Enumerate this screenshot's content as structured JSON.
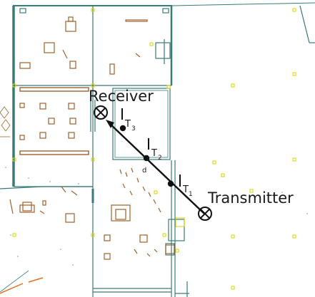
{
  "labels": {
    "receiver": "Receiver",
    "transmitter": "Transmitter",
    "t1": "T",
    "t1_sub": "1",
    "t2": "T",
    "t2_sub": "2",
    "t3": "T",
    "t3_sub": "3",
    "d": "d"
  },
  "colors": {
    "wall": "#3a7a78",
    "furniture": "#a0602a",
    "marker": "#d4d400",
    "path": "#111111",
    "accent_orange": "#e07020"
  },
  "icons": {
    "receiver": "circled-x-icon",
    "transmitter": "circled-x-icon"
  }
}
